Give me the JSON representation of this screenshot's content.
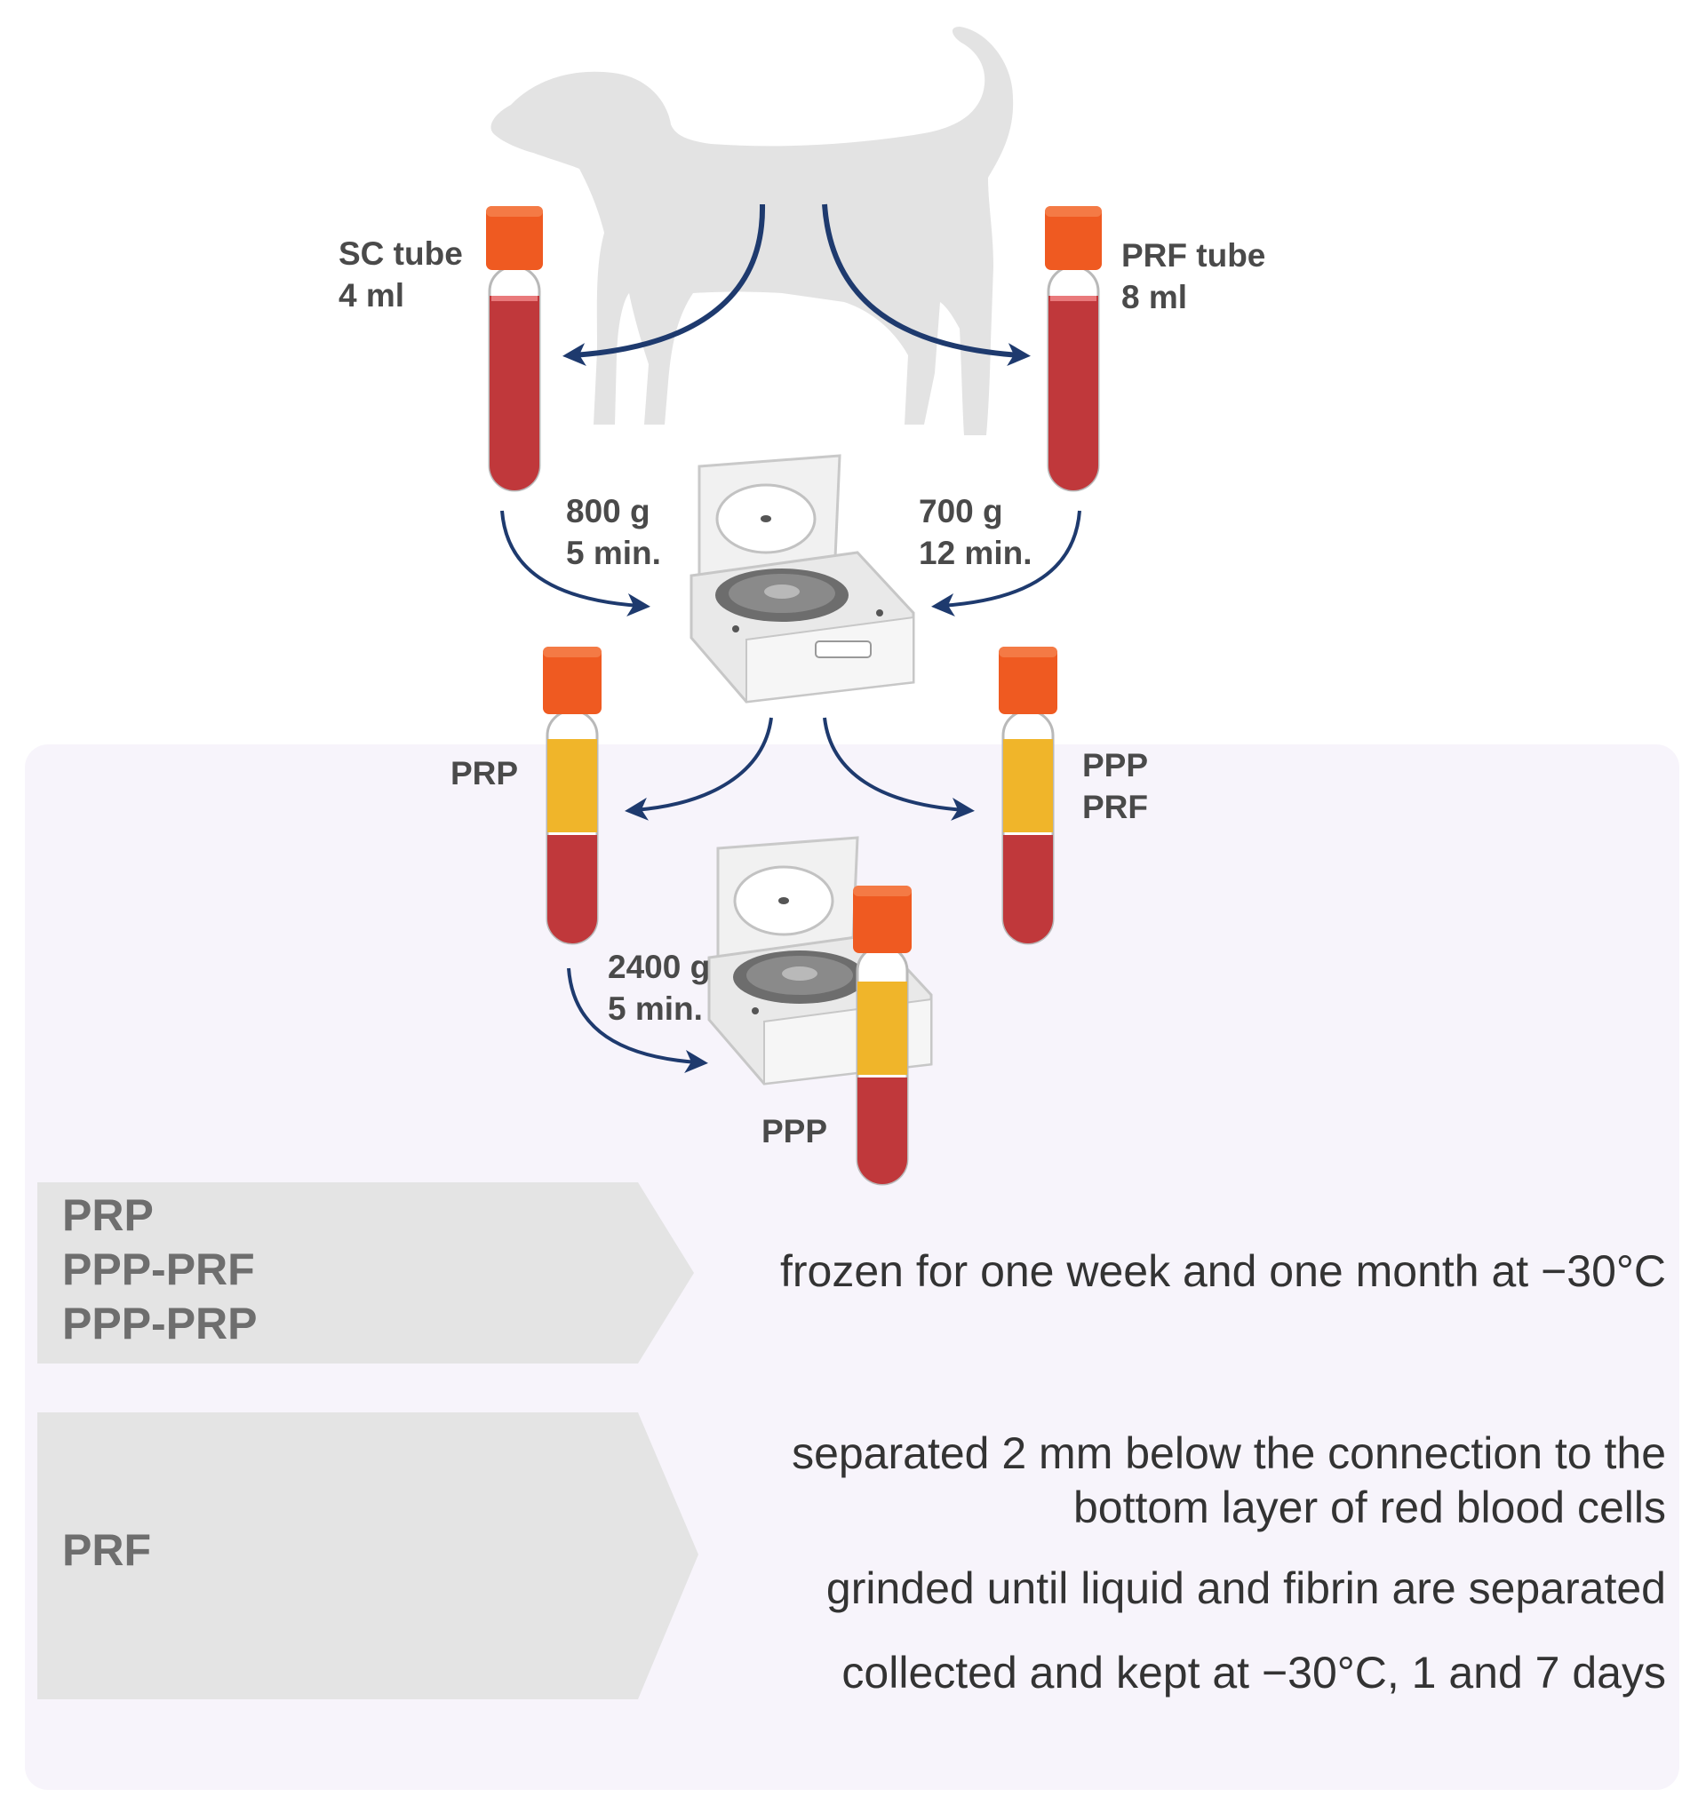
{
  "colors": {
    "panel": "#f7f4fb",
    "band": "#e4e4e4",
    "dog": "#e3e3e3",
    "arrow": "#1e3a6e",
    "cap": "#ef5a21",
    "blood": "#c0383b",
    "plasma": "#f0b52a",
    "band_text": "#6e6e6e",
    "text": "#4a4a4a"
  },
  "icons": {
    "animal": "dog-icon",
    "centrifuge": "centrifuge-icon",
    "tube": "blood-tube-icon"
  },
  "tubes": {
    "sc": {
      "label_line1": "SC tube",
      "label_line2": "4 ml"
    },
    "prf": {
      "label_line1": "PRF tube",
      "label_line2": "8 ml"
    },
    "prp": {
      "label": "PRP"
    },
    "ppp_prf": {
      "label_line1": "PPP",
      "label_line2": "PRF"
    },
    "ppp": {
      "label": "PPP"
    }
  },
  "spins": {
    "left": {
      "line1": "800 g",
      "line2": "5 min."
    },
    "right": {
      "line1": "700 g",
      "line2": "12 min."
    },
    "second": {
      "line1": "2400 g",
      "line2": "5 min."
    }
  },
  "storage": {
    "block1": {
      "items": [
        "PRP",
        "PPP-PRF",
        "PPP-PRP"
      ],
      "description": "frozen for one week and one month at −30°C"
    },
    "block2": {
      "items": [
        "PRF"
      ],
      "steps": [
        "separated 2 mm below the connection to the",
        "bottom layer of red blood cells",
        "grinded until liquid and fibrin are separated",
        "collected and kept at  −30°C, 1 and 7 days"
      ]
    }
  }
}
